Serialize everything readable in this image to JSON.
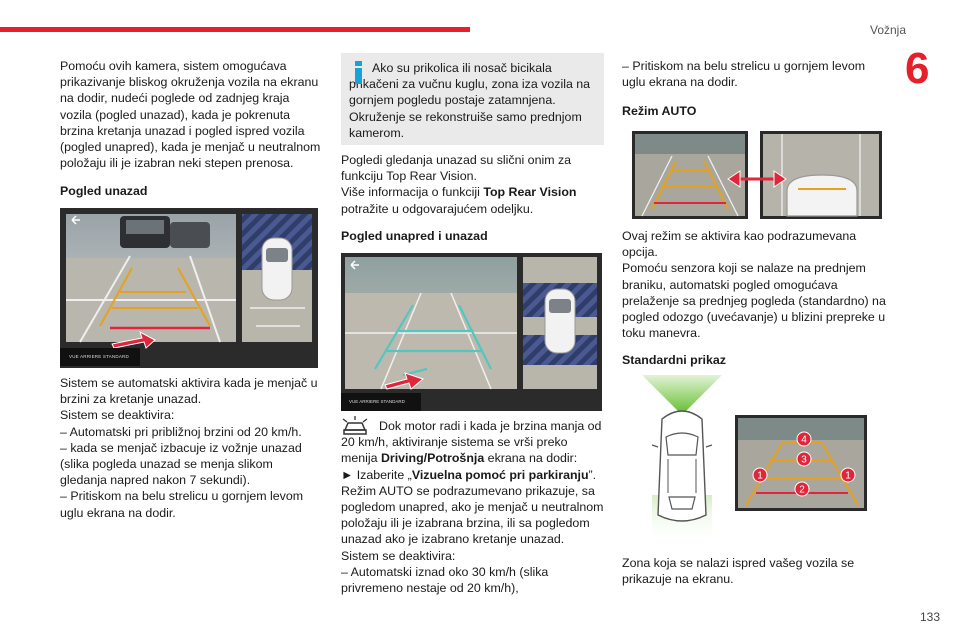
{
  "header": {
    "running_head": "Vožnja",
    "chapter": "6",
    "page_number": "133"
  },
  "col1": {
    "intro": "Pomoću ovih kamera, sistem omogućava prikazivanje bliskog okruženja vozila na ekranu na dodir, nudeći poglede od zadnjeg kraja vozila (pogled unazad), kada je pokrenuta brzina kretanja unazad i pogled ispred vozila (pogled unapred), kada je menjač u neutralnom položaju ili je izabran neki stepen prenosa.",
    "heading": "Pogled unazad",
    "screen_caption": "VUE ARRIERE STANDARD",
    "lines": [
      "Sistem se automatski aktivira kada je menjač u brzini za kretanje unazad.",
      "Sistem se deaktivira:",
      "–  Automatski pri približnoj brzini od 20 km/h.",
      "–  kada se menjač izbacuje iz vožnje unazad (slika pogleda unazad se menja slikom gledanja napred nakon 7 sekundi).",
      "–  Pritiskom na belu strelicu u gornjem levom uglu ekrana na dodir."
    ]
  },
  "col2": {
    "info_text": "Ako su prikolica ili nosač bicikala prikačeni za vučnu kuglu, zona iza vozila na gornjem pogledu postaje zatamnjena. Okruženje se rekonstruiše samo prednjom kamerom.",
    "para1_l1": "Pogledi gledanja unazad su slični onim za funkciju Top Rear Vision.",
    "para1_l2_pre": "Više informacija o funkciji ",
    "para1_l2_bold": "Top Rear Vision",
    "para1_l2_post": " potražite u odgovarajućem odeljku.",
    "heading": "Pogled unapred i unazad",
    "screen_caption": "VUE ARRIERE STANDARD",
    "note_pre": "Dok motor radi i kada je brzina manja od 20 km/h, aktiviranje sistema se vrši preko menija ",
    "note_bold": "Driving/Potrošnja",
    "note_post": " ekrana na dodir:",
    "step_pre": "►  Izaberite „",
    "step_bold": "Vizuelna pomoć pri parkiranju",
    "step_post": "”.",
    "lines": [
      "Režim AUTO se podrazumevano prikazuje, sa pogledom unapred, ako je menjač u neutralnom položaju ili je izabrana brzina, ili sa pogledom unazad ako je izabrano kretanje unazad.",
      "Sistem se deaktivira:",
      "–  Automatski iznad oko 30 km/h (slika privremeno nestaje od 20 km/h),"
    ]
  },
  "col3": {
    "intro": "–  Pritiskom na belu strelicu u gornjem levom uglu ekrana na dodir.",
    "heading_auto": "Režim AUTO",
    "auto_lines": [
      "Ovaj režim se aktivira kao podrazumevana opcija.",
      "Pomoću senzora koji se nalaze na prednjem braniku, automatski pogled omogućava prelaženje sa prednjeg pogleda (standardno) na pogled odozgo (uvećavanje) u blizini prepreke u toku manevra."
    ],
    "heading_std": "Standardni prikaz",
    "callouts": [
      "4",
      "3",
      "1",
      "1",
      "2"
    ],
    "std_text": "Zona koja se nalazi ispred vašeg vozila se prikazuje na ekranu."
  },
  "colors": {
    "accent": "#e5202b",
    "info": "#17a3d8",
    "guide_red": "#e0263a",
    "guide_yellow": "#e6a21e",
    "guide_teal": "#52c7c0",
    "green_zone": "#6dc23a"
  },
  "icons": [
    "info-icon",
    "car-alert-icon",
    "back-arrow-icon",
    "double-arrow-icon",
    "pencil-arrow-icon"
  ]
}
